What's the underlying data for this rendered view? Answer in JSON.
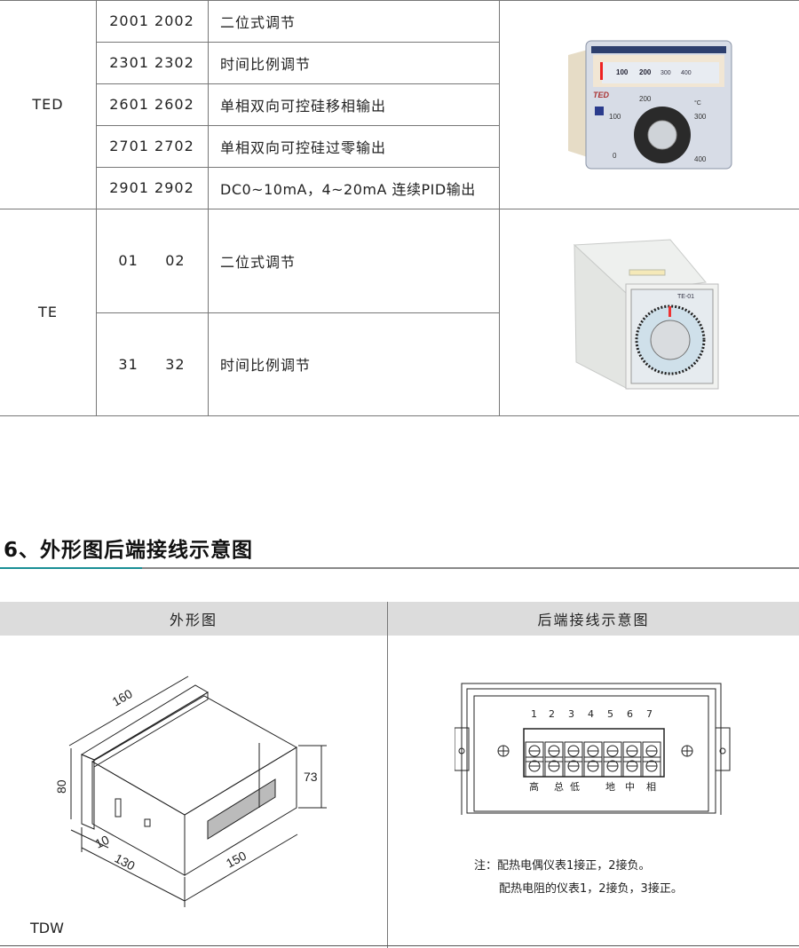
{
  "table": {
    "groups": [
      {
        "series": "TED",
        "rows": [
          {
            "code": "2001  2002",
            "function": "二位式调节"
          },
          {
            "code": "2301  2302",
            "function": "时间比例调节"
          },
          {
            "code": "2601  2602",
            "function": "单相双向可控硅移相输出"
          },
          {
            "code": "2701  2702",
            "function": "单相双向可控硅过零输出"
          },
          {
            "code": "2901  2902",
            "function": "DC0~10mA，4~20mA 连续PID输出"
          }
        ],
        "image": {
          "brand": "TED",
          "scale": [
            "0",
            "100",
            "200",
            "300",
            "400"
          ],
          "unit": "°C"
        }
      },
      {
        "series": "TE",
        "rows": [
          {
            "code": "01     02",
            "function": "二位式调节"
          },
          {
            "code": "31     32",
            "function": "时间比例调节"
          }
        ],
        "image": {
          "label": "TE-01"
        }
      }
    ]
  },
  "section": {
    "title": "6、外形图后端接线示意图",
    "col_outline": "外形图",
    "col_wiring": "后端接线示意图",
    "accent": "#1a8f96"
  },
  "outline": {
    "dims": {
      "length": "160",
      "height": "80",
      "panel": "10",
      "depth": "130",
      "width": "150",
      "cutout": "73"
    },
    "model": "TDW"
  },
  "wiring": {
    "terminals": [
      "1",
      "2",
      "3",
      "4",
      "5",
      "6",
      "7"
    ],
    "labels": [
      "高",
      "总",
      "低",
      "",
      "地",
      "中",
      "相"
    ],
    "note1": "注：配热电偶仪表1接正，2接负。",
    "note2": "配热电阻的仪表1，2接负，3接正。"
  }
}
